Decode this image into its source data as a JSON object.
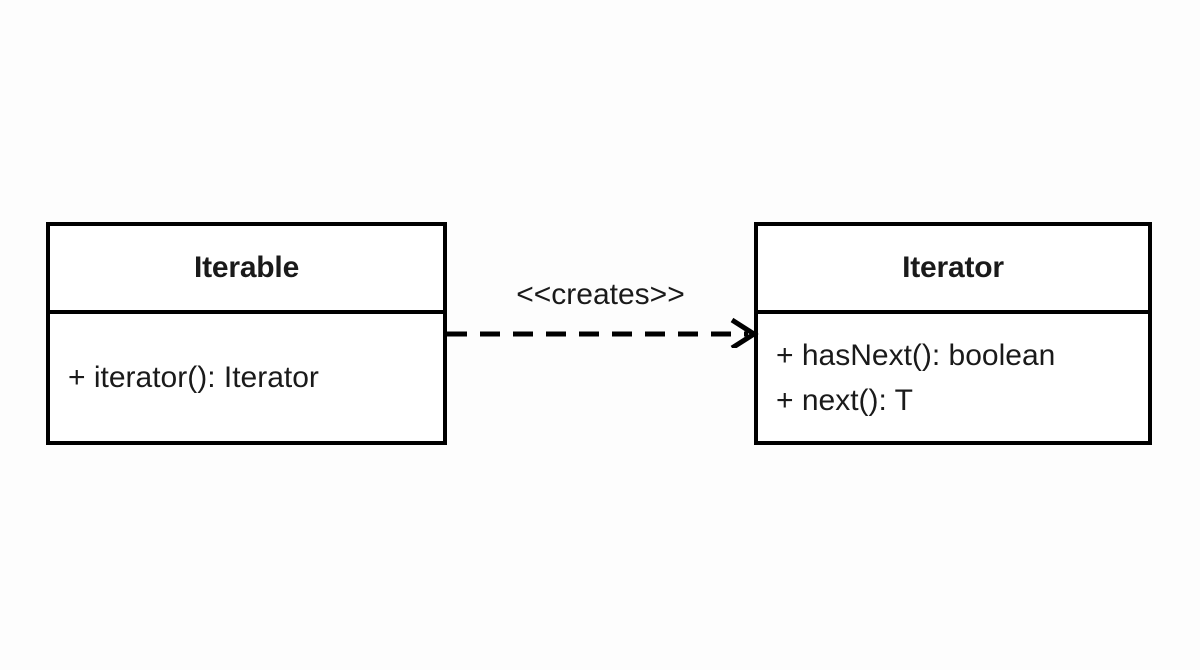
{
  "diagram": {
    "kind": "uml-class-diagram",
    "background_color": "#fdfdfd",
    "line_color": "#000000",
    "text_color": "#1a1a1a",
    "classes": [
      {
        "id": "iterable",
        "name": "Iterable",
        "members": [
          "+ iterator(): Iterator"
        ]
      },
      {
        "id": "iterator",
        "name": "Iterator",
        "members": [
          "+ hasNext(): boolean",
          "+ next(): T"
        ]
      }
    ],
    "relationships": [
      {
        "id": "creates",
        "stereotype": "<<creates>>",
        "type": "dependency",
        "line_style": "dashed",
        "arrowhead": "open",
        "from": "Iterable",
        "to": "Iterator"
      }
    ]
  }
}
